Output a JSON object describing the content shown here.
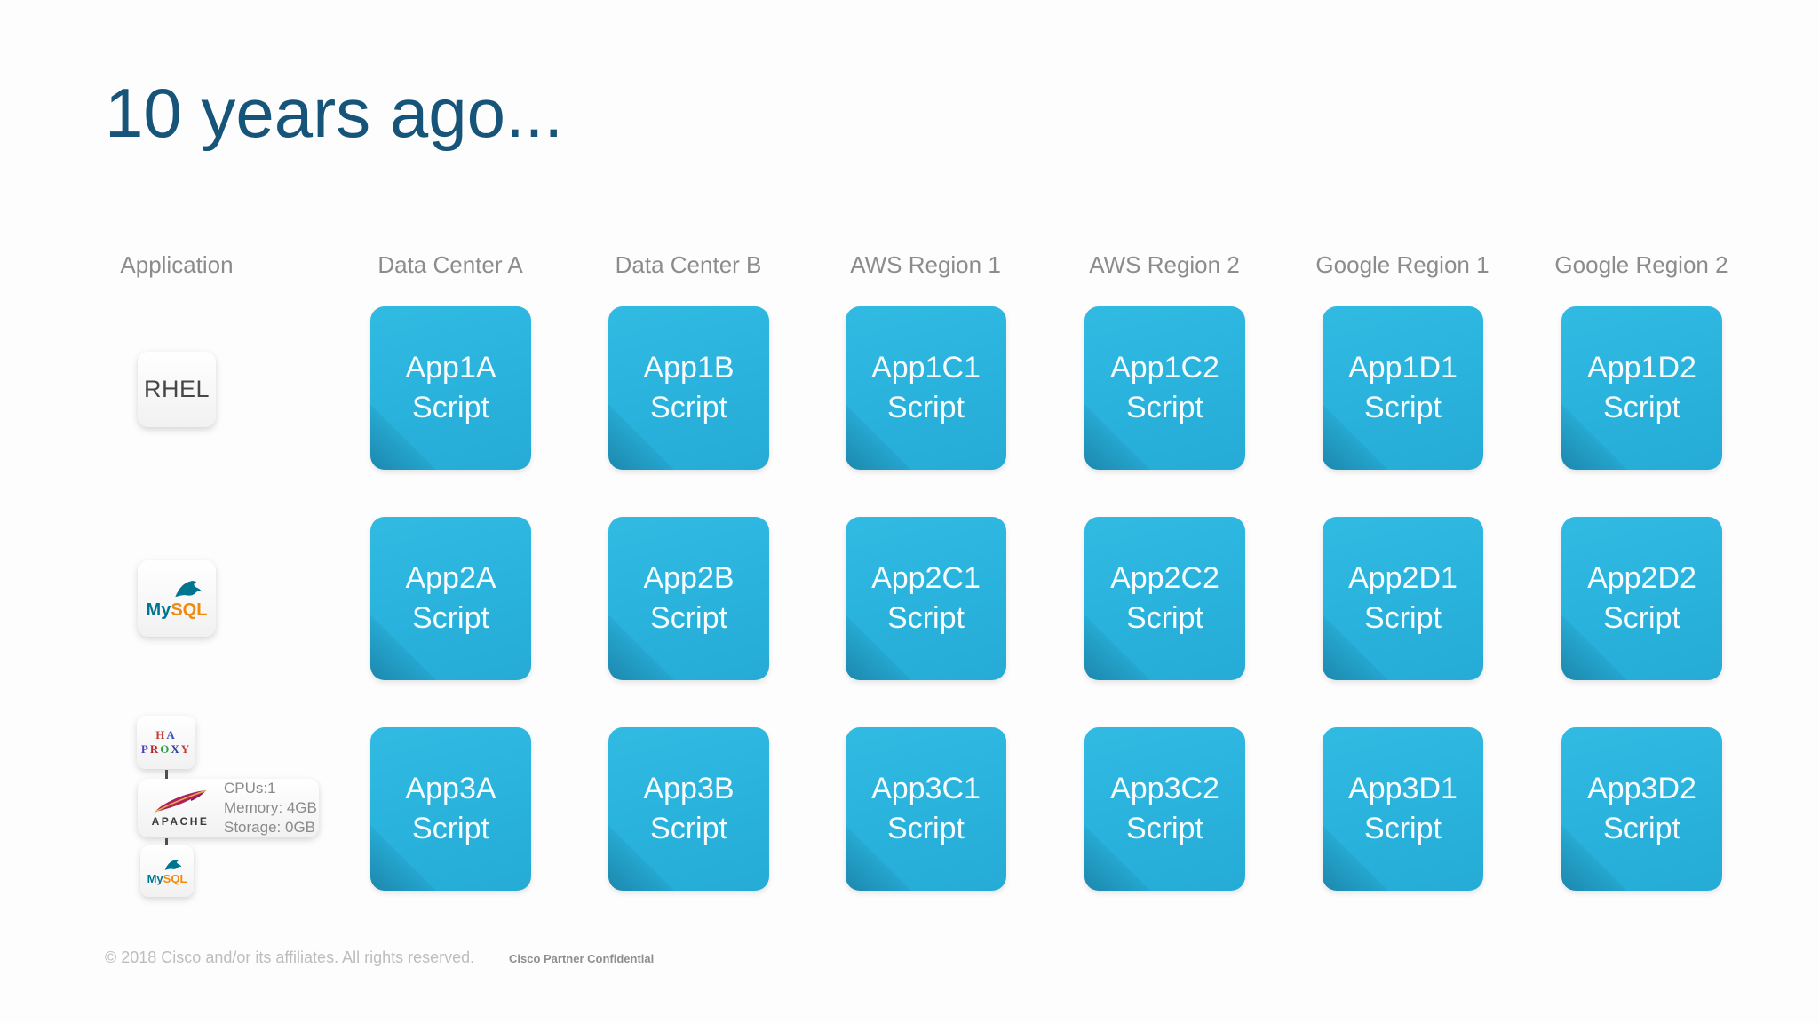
{
  "title": "10 years ago...",
  "columns": [
    {
      "label": "Application"
    },
    {
      "label": "Data Center A"
    },
    {
      "label": "Data Center B"
    },
    {
      "label": "AWS Region 1"
    },
    {
      "label": "AWS Region 2"
    },
    {
      "label": "Google Region 1"
    },
    {
      "label": "Google Region 2"
    }
  ],
  "applications": {
    "rhel": {
      "label": "RHEL"
    },
    "mysql": {
      "word_my": "My",
      "word_sql": "SQL"
    },
    "mysql_small": {
      "word_my": "My",
      "word_sql": "SQL"
    },
    "haproxy": {
      "line1": [
        {
          "ch": "H",
          "color": "#c23a33"
        },
        {
          "ch": "A",
          "color": "#3a4db8"
        }
      ],
      "line2": [
        {
          "ch": "P",
          "color": "#4a43c0"
        },
        {
          "ch": "R",
          "color": "#b8262a"
        },
        {
          "ch": "O",
          "color": "#2f9e44"
        },
        {
          "ch": "X",
          "color": "#2b3f9e"
        },
        {
          "ch": "Y",
          "color": "#c23a33"
        }
      ]
    },
    "apache": {
      "label": "APACHE",
      "specs": [
        "CPUs:1",
        "Memory: 4GB",
        "Storage: 0GB"
      ]
    }
  },
  "tiles": {
    "rows": [
      {
        "cells": [
          {
            "l1": "App1A",
            "l2": "Script"
          },
          {
            "l1": "App1B",
            "l2": "Script"
          },
          {
            "l1": "App1C1",
            "l2": "Script"
          },
          {
            "l1": "App1C2",
            "l2": "Script"
          },
          {
            "l1": "App1D1",
            "l2": "Script"
          },
          {
            "l1": "App1D2",
            "l2": "Script"
          }
        ]
      },
      {
        "cells": [
          {
            "l1": "App2A",
            "l2": "Script"
          },
          {
            "l1": "App2B",
            "l2": "Script"
          },
          {
            "l1": "App2C1",
            "l2": "Script"
          },
          {
            "l1": "App2C2",
            "l2": "Script"
          },
          {
            "l1": "App2D1",
            "l2": "Script"
          },
          {
            "l1": "App2D2",
            "l2": "Script"
          }
        ]
      },
      {
        "cells": [
          {
            "l1": "App3A",
            "l2": "Script"
          },
          {
            "l1": "App3B",
            "l2": "Script"
          },
          {
            "l1": "App3C1",
            "l2": "Script"
          },
          {
            "l1": "App3C2",
            "l2": "Script"
          },
          {
            "l1": "App3D1",
            "l2": "Script"
          },
          {
            "l1": "App3D2",
            "l2": "Script"
          }
        ]
      }
    ]
  },
  "footer": {
    "copyright": "© 2018  Cisco and/or its affiliates. All rights reserved.",
    "confidential": "Cisco Partner Confidential"
  },
  "colors": {
    "tile": "#29b2dc",
    "title": "#17547a",
    "header_gray": "#8c8c8c",
    "mysql_teal": "#00758f",
    "mysql_orange": "#ef8b0c",
    "apache_crimson": "#b01e5e",
    "footer_gray": "#bdbdbd"
  }
}
